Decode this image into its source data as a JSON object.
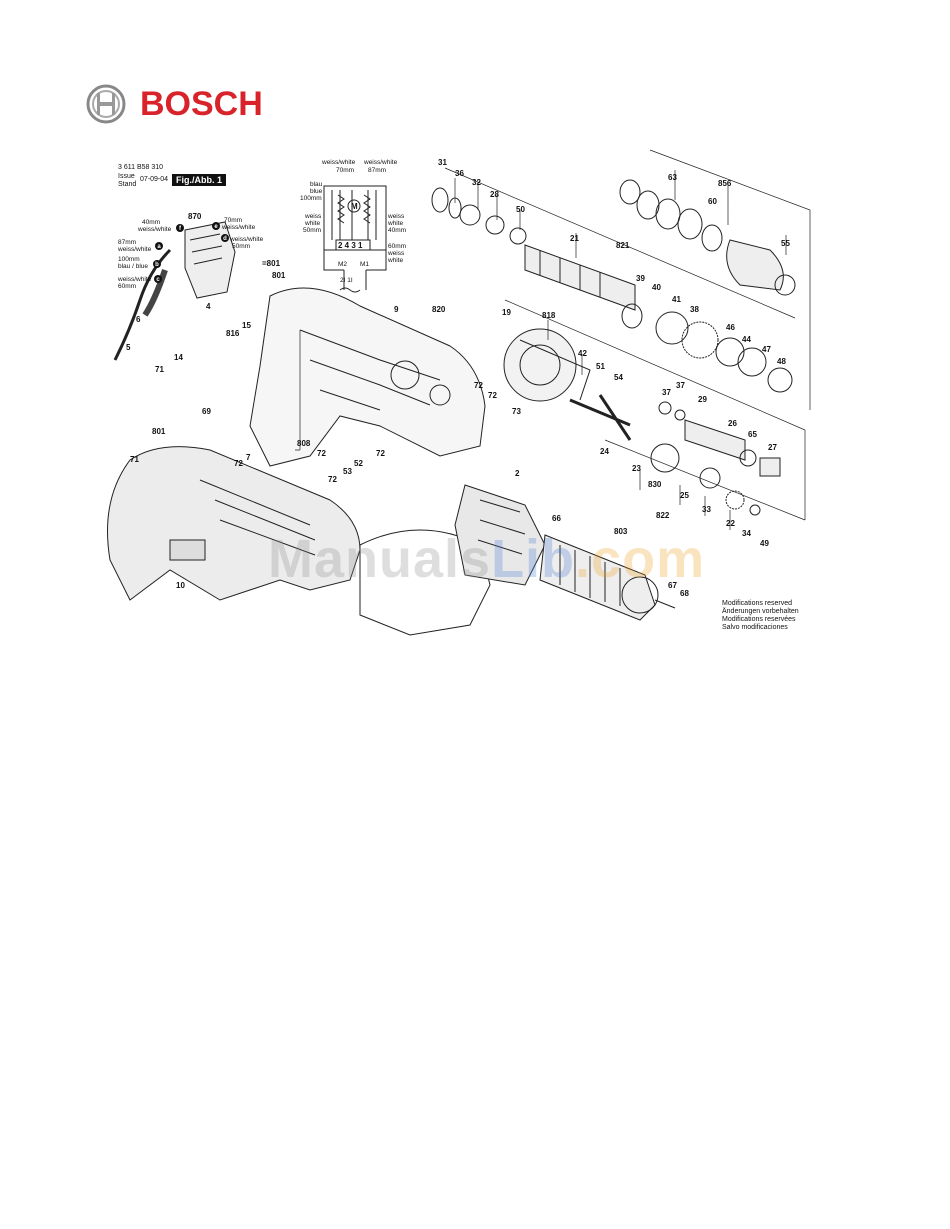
{
  "brand": {
    "name": "BOSCH"
  },
  "header": {
    "part_no": "3 611 B58 310",
    "issue_label": "Issue",
    "stand_label": "Stand",
    "date": "07-09-04",
    "figure": "Fig./Abb. 1"
  },
  "wiring": {
    "top_left": [
      "weiss/white",
      "70mm"
    ],
    "top_right": [
      "weiss/white",
      "87mm"
    ],
    "left_upper": [
      "blau",
      "blue",
      "100mm"
    ],
    "left_lower": [
      "weiss",
      "white",
      "50mm"
    ],
    "right_upper": [
      "weiss",
      "white",
      "40mm"
    ],
    "right_lower": [
      "60mm",
      "weiss",
      "white"
    ],
    "terminals": "2  4  3  1",
    "motor_symbol": "M",
    "m2": "M2",
    "m1": "M1",
    "bottom_terminals": "2I  1I"
  },
  "switch_labels": {
    "w40": [
      "40mm",
      "weiss/white"
    ],
    "w70": [
      "70mm",
      "weiss/white"
    ],
    "w87": [
      "87mm",
      "weiss/white"
    ],
    "w50": [
      "weiss/white",
      "50mm"
    ],
    "b100": [
      "100mm",
      "blau / blue"
    ],
    "w60": [
      "weiss/white",
      "60mm"
    ],
    "letters": [
      "f",
      "e",
      "a",
      "d",
      "b",
      "c"
    ]
  },
  "parts": {
    "p870": "870",
    "p4": "4",
    "p6": "6",
    "p5": "5",
    "p801a": "=801",
    "p801b": "801",
    "p801c": "801",
    "p816": "816",
    "p15": "15",
    "p14": "14",
    "p71a": "71",
    "p71b": "71",
    "p69": "69",
    "p72a": "72",
    "p7": "7",
    "p10": "10",
    "p9": "9",
    "p808": "808",
    "p72b": "72",
    "p53": "53",
    "p52": "52",
    "p72c": "72",
    "p72d": "72",
    "p820": "820",
    "p19": "19",
    "p818": "818",
    "p42": "42",
    "p72e": "72",
    "p72f": "72",
    "p73": "73",
    "p51": "51",
    "p54": "54",
    "p2": "2",
    "p66": "66",
    "p803": "803",
    "p67": "67",
    "p68": "68",
    "p31": "31",
    "p36": "36",
    "p32": "32",
    "p28": "28",
    "p50": "50",
    "p21": "21",
    "p821": "821",
    "p39": "39",
    "p40": "40",
    "p63": "63",
    "p856": "856",
    "p60": "60",
    "p55": "55",
    "p41": "41",
    "p38": "38",
    "p46": "46",
    "p44": "44",
    "p47": "47",
    "p48": "48",
    "p37a": "37",
    "p37b": "37",
    "p29": "29",
    "p26": "26",
    "p65": "65",
    "p27": "27",
    "p24": "24",
    "p23": "23",
    "p830": "830",
    "p25": "25",
    "p33": "33",
    "p822": "822",
    "p22": "22",
    "p34": "34",
    "p49": "49"
  },
  "modifications": [
    "Modifications reserved",
    "Änderungen vorbehalten",
    "Modifications reservées",
    "Salvo modificaciones"
  ],
  "watermark": {
    "part1": "Manuals",
    "part2": "Lib",
    "part3": ".com"
  },
  "colors": {
    "brand_red": "#d8232a",
    "watermark_gray": "#8c8c8c",
    "watermark_blue": "#4a7fd4",
    "watermark_orange": "#f0a020"
  }
}
